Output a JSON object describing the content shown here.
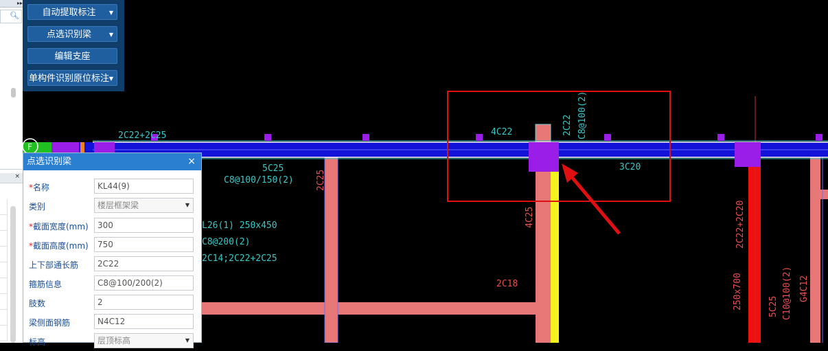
{
  "toolbar": {
    "buttons": [
      {
        "label": "自动提取标注",
        "dropdown": true
      },
      {
        "label": "点选识别梁",
        "dropdown": true
      },
      {
        "label": "编辑支座",
        "dropdown": false
      },
      {
        "label": "单构件识别原位标注",
        "dropdown": true
      }
    ]
  },
  "left_panel": {
    "collapse_glyph": "▸▸",
    "search_icon": "search-icon",
    "close_glyph": "×"
  },
  "dialog": {
    "title": "点选识别梁",
    "close": "×",
    "fields": [
      {
        "label": "名称",
        "required": true,
        "value": "KL44(9)",
        "type": "text"
      },
      {
        "label": "类别",
        "required": false,
        "value": "楼层框架梁",
        "type": "select"
      },
      {
        "label": "截面宽度(mm)",
        "required": true,
        "value": "300",
        "type": "text"
      },
      {
        "label": "截面高度(mm)",
        "required": true,
        "value": "750",
        "type": "text"
      },
      {
        "label": "上下部通长筋",
        "required": false,
        "value": "2C22",
        "type": "text"
      },
      {
        "label": "箍筋信息",
        "required": false,
        "value": "C8@100/200(2)",
        "type": "text"
      },
      {
        "label": "肢数",
        "required": false,
        "value": "2",
        "type": "text"
      },
      {
        "label": "梁侧面钢筋",
        "required": false,
        "value": "N4C12",
        "type": "text"
      },
      {
        "label": "标高",
        "required": false,
        "value": "层顶标高",
        "type": "select"
      }
    ]
  },
  "cad": {
    "grid_label": "F",
    "labels": {
      "top_beam": "2C22+2C25",
      "span_left_bottom": "5C25",
      "span_left_stirrup": "C8@100/150(2)",
      "col1_side": "2C25",
      "partial1": "L26(1) 250x450",
      "partial2": "C8@200(2)",
      "partial3": "2C14;2C22+2C25",
      "top_4c22": "4C22",
      "vert_2c22": "2C22",
      "vert_stirrup": "C8@100(2)",
      "col2_4c25": "4C25",
      "bottom_3c20": "3C20",
      "mid_2c18": "2C18",
      "right_2c22_2c20": "2C22+2C20",
      "right_250x700": "250x700",
      "right_5c25": "5C25",
      "right_c10": "C10@100(2)",
      "right_g4c12": "G4C12"
    },
    "colors": {
      "beam": "#1212d8",
      "beam_edge": "#ffffff",
      "column": "#e87878",
      "purple": "#9a1de8",
      "cyan_text": "#3cc8c8",
      "red_text": "#e85050",
      "highlight_box": "#e01010",
      "yellow": "#f2f21c",
      "red_column": "#f01010",
      "green": "#20c020"
    }
  }
}
